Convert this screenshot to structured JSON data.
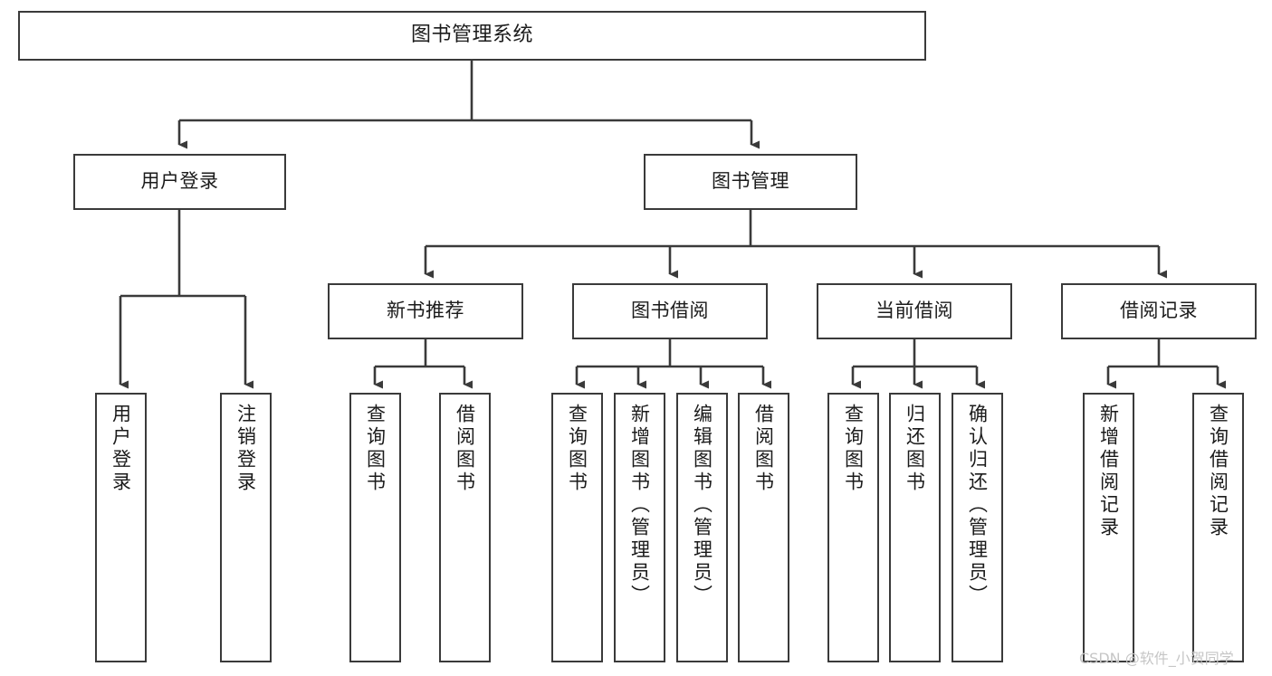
{
  "diagram": {
    "type": "tree",
    "title": "图书管理系统",
    "root": {
      "label": "图书管理系统"
    },
    "level2": [
      {
        "id": "user-login",
        "label": "用户登录"
      },
      {
        "id": "book-manage",
        "label": "图书管理"
      }
    ],
    "level3": [
      {
        "id": "new-book-recommend",
        "label": "新书推荐",
        "parent": "book-manage"
      },
      {
        "id": "book-borrow",
        "label": "图书借阅",
        "parent": "book-manage"
      },
      {
        "id": "current-borrow",
        "label": "当前借阅",
        "parent": "book-manage"
      },
      {
        "id": "borrow-record",
        "label": "借阅记录",
        "parent": "book-manage"
      }
    ],
    "leaves": [
      {
        "id": "leaf-user-login",
        "label": "用户登录",
        "parent": "user-login"
      },
      {
        "id": "leaf-user-logout",
        "label": "注销登录",
        "parent": "user-login"
      },
      {
        "id": "leaf-query-book-1",
        "label": "查询图书",
        "parent": "new-book-recommend"
      },
      {
        "id": "leaf-borrow-book-1",
        "label": "借阅图书",
        "parent": "new-book-recommend"
      },
      {
        "id": "leaf-query-book-2",
        "label": "查询图书",
        "parent": "book-borrow"
      },
      {
        "id": "leaf-add-book",
        "label": "新增图书（管理员）",
        "parent": "book-borrow"
      },
      {
        "id": "leaf-edit-book",
        "label": "编辑图书（管理员）",
        "parent": "book-borrow"
      },
      {
        "id": "leaf-borrow-book-2",
        "label": "借阅图书",
        "parent": "book-borrow"
      },
      {
        "id": "leaf-query-book-3",
        "label": "查询图书",
        "parent": "current-borrow"
      },
      {
        "id": "leaf-return-book",
        "label": "归还图书",
        "parent": "current-borrow"
      },
      {
        "id": "leaf-confirm-return",
        "label": "确认归还（管理员）",
        "parent": "current-borrow"
      },
      {
        "id": "leaf-add-borrow-record",
        "label": "新增借阅记录",
        "parent": "borrow-record"
      },
      {
        "id": "leaf-query-borrow-record",
        "label": "查询借阅记录",
        "parent": "borrow-record"
      }
    ]
  },
  "watermark": {
    "text": "CSDN @软件_小贺同学"
  },
  "colors": {
    "box_border": "#3a3a3a",
    "box_fill": "#ffffff",
    "text": "#1b1b1b",
    "connector": "#3a3a3a",
    "watermark": "#c6c6c6",
    "background": "#ffffff"
  }
}
